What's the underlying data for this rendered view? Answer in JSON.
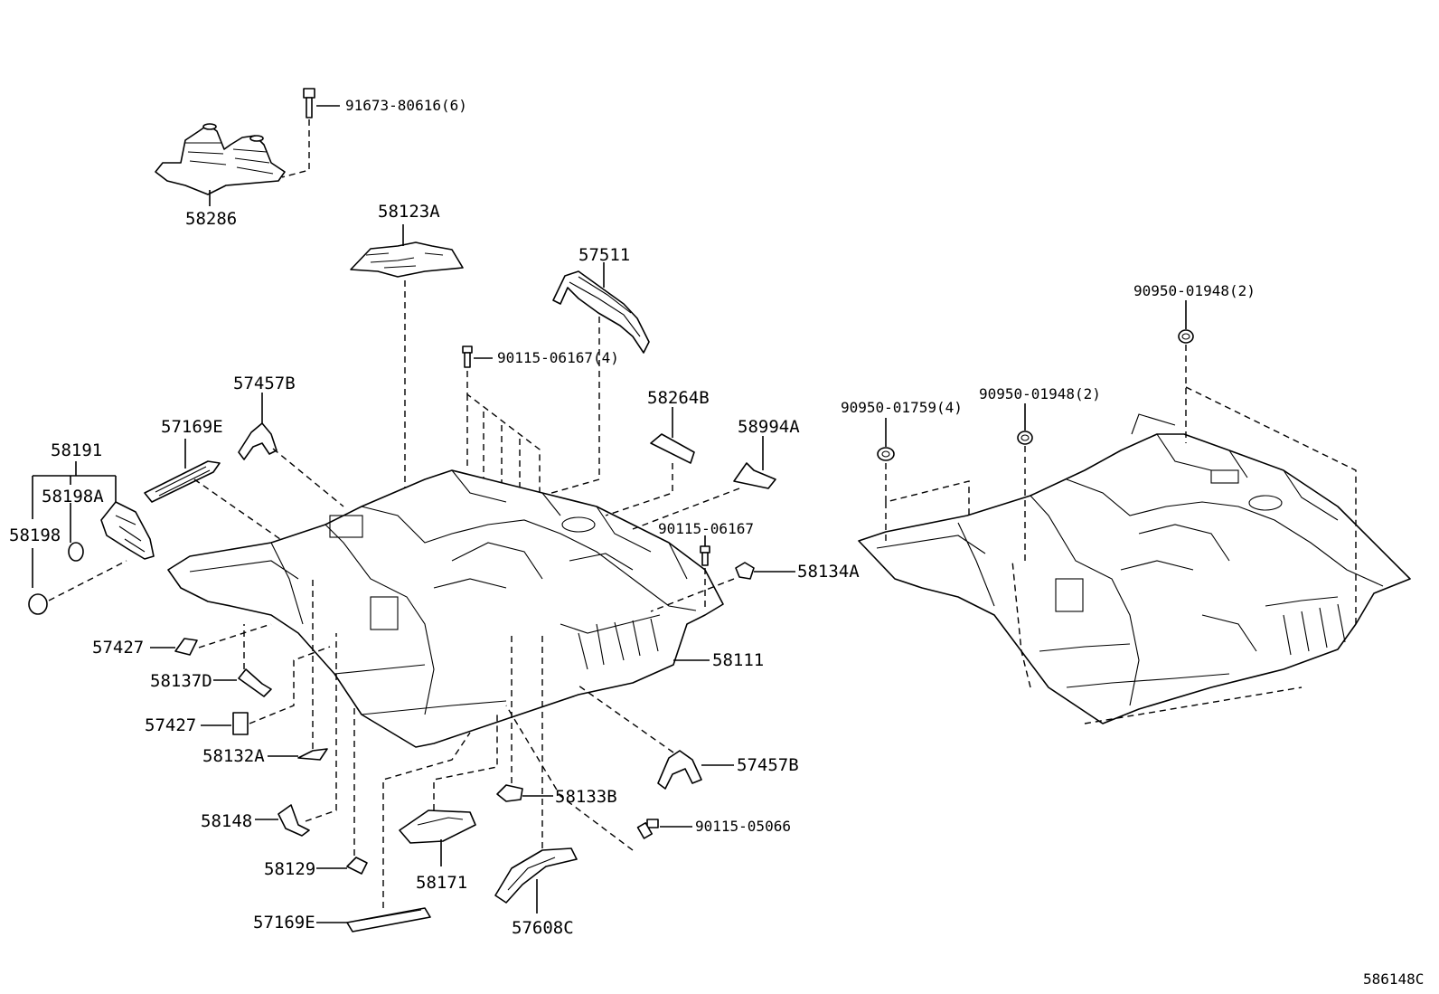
{
  "diagram_id": "586148C",
  "callouts": {
    "c91673": "91673-80616(6)",
    "c58286": "58286",
    "c58123A": "58123A",
    "c57511": "57511",
    "c90115_4": "90115-06167(4)",
    "c57457B_top": "57457B",
    "c57169E_top": "57169E",
    "c58191": "58191",
    "c58198A": "58198A",
    "c58198": "58198",
    "c58264B": "58264B",
    "c58994A": "58994A",
    "c90115_06167": "90115-06167",
    "c58134A": "58134A",
    "c57427_a": "57427",
    "c58137D": "58137D",
    "c57427_b": "57427",
    "c58111": "58111",
    "c58132A": "58132A",
    "c57457B_bottom": "57457B",
    "c58148": "58148",
    "c58133B": "58133B",
    "c90115_05066": "90115-05066",
    "c58129": "58129",
    "c58171": "58171",
    "c57169E_bottom": "57169E",
    "c57608C": "57608C",
    "c90950_01759": "90950-01759(4)",
    "c90950_01948_a": "90950-01948(2)",
    "c90950_01948_b": "90950-01948(2)"
  }
}
